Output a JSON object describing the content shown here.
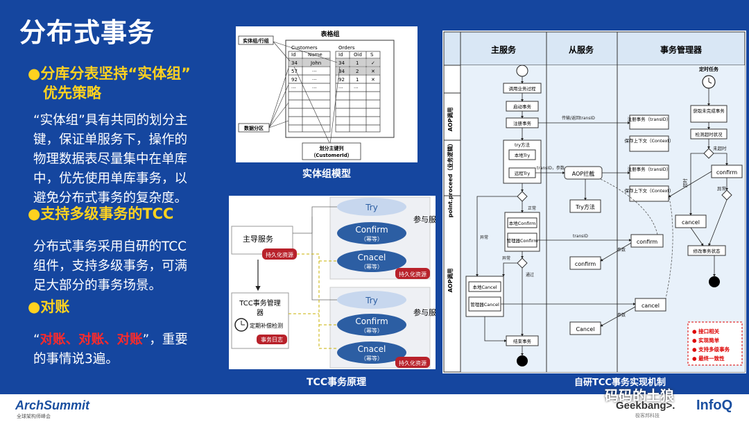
{
  "slide": {
    "title": "分布式事务",
    "sections": [
      {
        "bullet": "●分库分表坚持“实体组”",
        "bullet_line2": "优先策略",
        "body_lines": [
          "“实体组”具有共同的划分主",
          "键，保证单服务下，操作的",
          "物理数据表尽量集中在单库",
          "中，优先使用单库事务，以",
          "避免分布式事务的复杂度。"
        ]
      },
      {
        "bullet": "●支持多级事务的TCC",
        "body_lines": [
          "分布式事务采用自研的TCC",
          "组件，支持多级事务，可满",
          "足大部分的事务场景。"
        ]
      },
      {
        "bullet": "●对账",
        "body_q1": "“",
        "body_red": "对账、对账、对账",
        "body_q2": "”，重要",
        "body_line2": "的事情说3遍。"
      }
    ]
  },
  "entity_diagram": {
    "caption": "实体组模型",
    "table_title": "表格组",
    "label_entity": "实体组/行组",
    "label_partition": "数据分区",
    "label_key_line1": "划分主键列",
    "label_key_line2": "（CustomerId）",
    "customers": {
      "name": "Customers",
      "headers": [
        "Id",
        "Name"
      ],
      "rows": [
        [
          "34",
          "John"
        ],
        [
          "57",
          "···"
        ],
        [
          "92",
          "···"
        ],
        [
          "···",
          "···"
        ]
      ]
    },
    "orders": {
      "name": "Orders",
      "headers": [
        "Id",
        "Oid",
        "S"
      ],
      "rows": [
        [
          "34",
          "1",
          "✓"
        ],
        [
          "34",
          "2",
          "✕"
        ],
        [
          "92",
          "1",
          "✕"
        ],
        [
          "···",
          "···",
          ""
        ]
      ]
    }
  },
  "tcc_diagram": {
    "caption": "TCC事务原理",
    "lead_service": "主导服务",
    "persist": "持久化资源",
    "tx_manager_line1": "TCC事务管理",
    "tx_manager_line2": "器",
    "timer_check": "定期补偿检测",
    "tx_log": "事务日志",
    "participant_a": "参与服务A",
    "participant_b": "参与服务B",
    "try": "Try",
    "confirm": "Confirm",
    "cancel": "Cnacel",
    "idempotent": "（幂等）"
  },
  "flow_diagram": {
    "caption": "自研TCC事务实现机制",
    "lanes": [
      "主服务",
      "从服务",
      "事务管理器"
    ],
    "side_labels": [
      "AOP调用",
      "point.proceed（业务逻辑）",
      "AOP调用"
    ],
    "main_nodes": [
      "调用业务过程",
      "启动事务",
      "注册事务",
      "try方法",
      "本地Try",
      "远程Try",
      "本地Confirm",
      "管理器Confirm",
      "本地Cancel",
      "管理器Cancel",
      "结束事务"
    ],
    "slave_nodes": [
      "AOP拦截",
      "Try方法",
      "confirm",
      "Cancel"
    ],
    "mgr_nodes": [
      "注册事务（transID）",
      "保存上下文（Context）",
      "注册事务（transID）",
      "保存上下文（Context）",
      "confirm",
      "cancel"
    ],
    "timer": "定时任务",
    "fetch": "获取未完成事务",
    "check_timeout": "检测超时状况",
    "not_timeout": "未超时",
    "timeout": "超时",
    "exception": "异常",
    "confirm_r": "confirm",
    "cancel_r": "cancel",
    "modify_state": "修改事务状态",
    "edge_labels": {
      "pass_tid": "传输/返回transID",
      "tid_param": "transID，参数",
      "tid": "transID",
      "param": "参数",
      "normal": "正常",
      "abnormal": "异常",
      "pass": "通过"
    },
    "legend": [
      "接口相关",
      "实现简单",
      "支持多级事务",
      "最终一致性"
    ]
  },
  "footer": {
    "arch_logo": "ArchSummit",
    "arch_sub": "全球架构师峰会",
    "watermark": "码码的土狼",
    "geek_logo": "Geekbang>.",
    "geek_sub": "极客邦科技",
    "infoq": "InfoQ"
  },
  "colors": {
    "background": "#15469f",
    "bullet": "#ffd21f",
    "accent_red": "#ff2a2a",
    "oval_fill": "#2c5ea3",
    "persist_red": "#b8212a"
  }
}
